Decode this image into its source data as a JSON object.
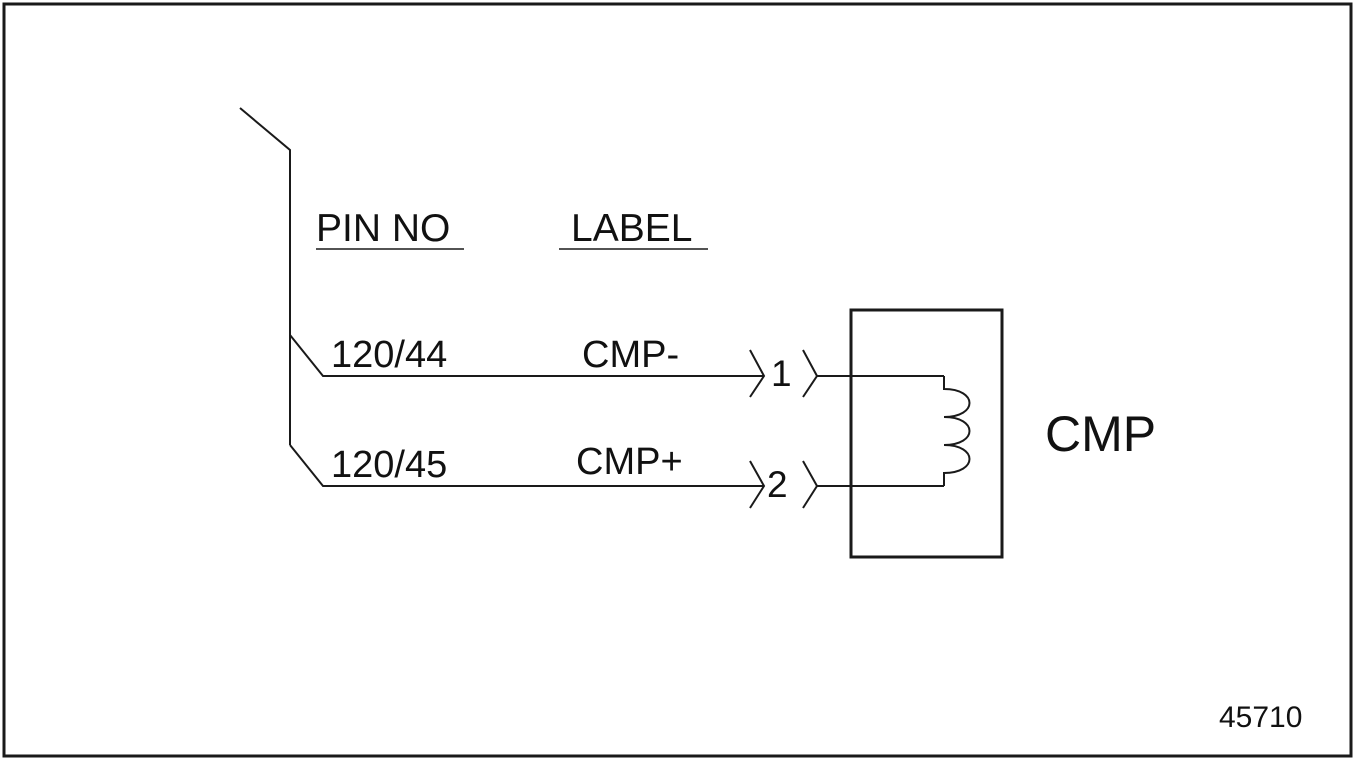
{
  "headers": {
    "pin_no": "PIN NO",
    "label": "LABEL"
  },
  "wires": [
    {
      "pin": "120/44",
      "label": "CMP-",
      "terminal": "1"
    },
    {
      "pin": "120/45",
      "label": "CMP+",
      "terminal": "2"
    }
  ],
  "component": {
    "name": "CMP"
  },
  "figure_number": "45710",
  "colors": {
    "ink": "#1a1a1a",
    "background": "#ffffff"
  }
}
